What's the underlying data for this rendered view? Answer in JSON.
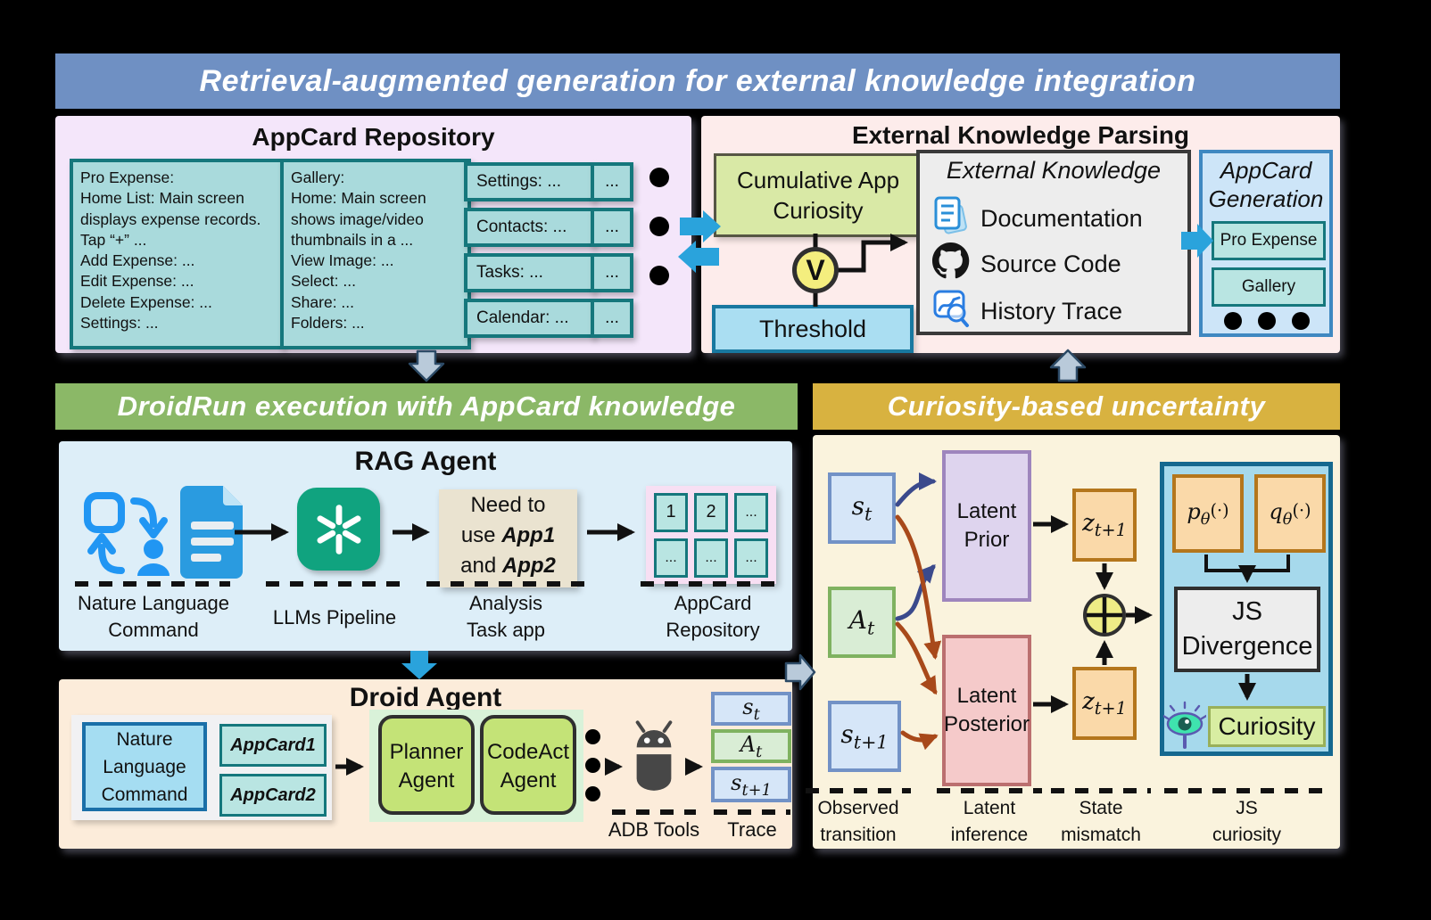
{
  "banners": {
    "top": "Retrieval-augmented generation for external knowledge integration",
    "droidrun": "DroidRun execution with AppCard knowledge",
    "curiosity": "Curiosity-based uncertainty"
  },
  "repository": {
    "title": "AppCard Repository",
    "pro_expense_card": [
      "Pro Expense:",
      "Home List: Main screen displays expense records. Tap “+” ...",
      "Add Expense: ...",
      "Edit Expense: ...",
      "Delete Expense: ...",
      "Settings: ..."
    ],
    "gallery_card": [
      "Gallery:",
      "Home: Main screen shows image/video thumbnails in a ...",
      "View Image: ...",
      "Select: ...",
      "Share: ...",
      "Folders: ..."
    ],
    "small_cards": [
      "Settings: ...",
      "Contacts: ...",
      "Tasks: ...",
      "Calendar: ..."
    ],
    "ellipsis": "..."
  },
  "parsing": {
    "title": "External Knowledge Parsing",
    "cumulative": "Cumulative App Curiosity",
    "comparator": "V",
    "threshold": "Threshold",
    "external_knowledge": {
      "title": "External Knowledge",
      "items": [
        "Documentation",
        "Source Code",
        "History Trace"
      ]
    },
    "generation": {
      "title_line1": "AppCard",
      "title_line2": "Generation",
      "cards": [
        "Pro Expense",
        "Gallery"
      ]
    }
  },
  "rag": {
    "title": "RAG Agent",
    "labels": {
      "nl1": "Nature Language",
      "nl2": "Command",
      "llms": "LLMs Pipeline",
      "analysis1": "Analysis",
      "analysis2": "Task app",
      "repo1": "AppCard",
      "repo2": "Repository"
    },
    "need_box": {
      "l1": "Need to",
      "l2a": "use ",
      "l2b": "App1",
      "l3a": "and ",
      "l3b": "App2"
    },
    "grid": [
      "1",
      "2",
      "...",
      "...",
      "...",
      "..."
    ]
  },
  "droid": {
    "title": "Droid Agent",
    "nl_command": "Nature Language Command",
    "appcard1": "AppCard1",
    "appcard2": "AppCard2",
    "planner1": "Planner",
    "planner2": "Agent",
    "codeact1": "CodeAct",
    "codeact2": "Agent",
    "adb": "ADB Tools",
    "trace_label": "Trace",
    "trace": [
      {
        "base": "s",
        "sub": "t"
      },
      {
        "base": "A",
        "sub": "t"
      },
      {
        "base": "s",
        "sub": "t+1"
      }
    ]
  },
  "uncertainty": {
    "s_t": {
      "base": "s",
      "sub": "t"
    },
    "a_t": {
      "base": "A",
      "sub": "t"
    },
    "s_t1": {
      "base": "s",
      "sub": "t+1"
    },
    "latent_prior": {
      "l1": "Latent",
      "l2": "Prior"
    },
    "latent_posterior": {
      "l1": "Latent",
      "l2": "Posterior"
    },
    "z_prior": {
      "base": "z",
      "sub": "t+1"
    },
    "z_posterior": {
      "base": "z",
      "sub": "t+1"
    },
    "p_theta": {
      "base": "p",
      "sub": "θ",
      "paren": "(·)"
    },
    "q_theta": {
      "base": "q",
      "sub": "θ",
      "paren": "(·)"
    },
    "js": {
      "l1": "JS",
      "l2": "Divergence"
    },
    "curiosity": "Curiosity",
    "footnotes": [
      {
        "l1": "Observed",
        "l2": "transition"
      },
      {
        "l1": "Latent",
        "l2": "inference"
      },
      {
        "l1": "State",
        "l2": "mismatch"
      },
      {
        "l1": "JS",
        "l2": "curiosity"
      }
    ]
  },
  "colors": {
    "banner_blue": "#6f90c3",
    "banner_green": "#8bb867",
    "banner_gold": "#d8b240",
    "teal_card": "#a9dadc",
    "teal_border": "#15777c",
    "accent_blue": "#2aa3dc",
    "openai_green": "#10a37f",
    "navy_arrow": "#3b4a8c",
    "brown_arrow": "#a8491a"
  }
}
